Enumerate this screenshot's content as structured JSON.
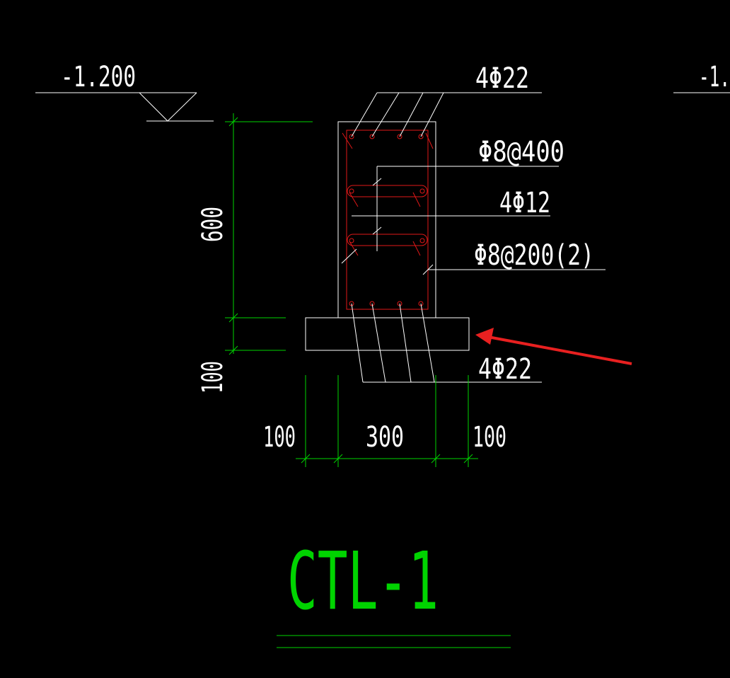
{
  "elevation_left": "-1.200",
  "elevation_right": "-1.",
  "rebar": {
    "top_bars": "4Φ22",
    "stirrup_top": "Φ8@400",
    "side_bars": "4Φ12",
    "stirrup_main": "Φ8@200(2)",
    "bottom_bars": "4Φ22"
  },
  "dimensions": {
    "beam_height": "600",
    "cushion_height": "100",
    "left_offset": "100",
    "beam_width": "300",
    "right_offset": "100"
  },
  "drawing_title": "CTL-1",
  "colors": {
    "background": "#000000",
    "outline": "#ffffff",
    "dimension": "#00d400",
    "reinforcement": "#e01818",
    "annotation_arrow": "#e82020"
  }
}
